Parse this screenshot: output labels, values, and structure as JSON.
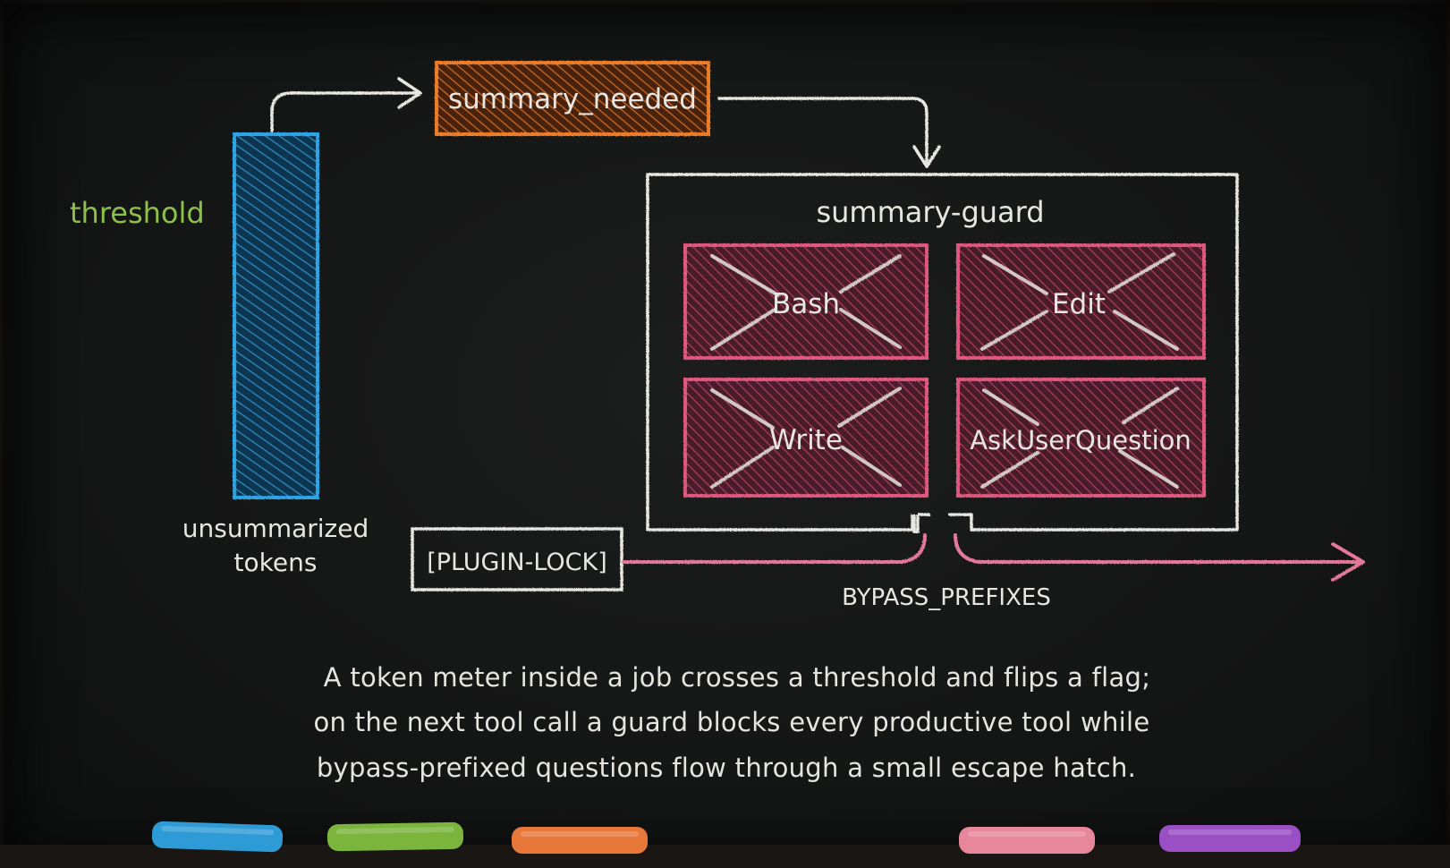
{
  "meter": {
    "threshold_label": "threshold",
    "meter_label_line1": "unsummarized",
    "meter_label_line2": "tokens"
  },
  "flag": {
    "label": "summary_needed"
  },
  "guard": {
    "title": "summary-guard",
    "blocked_tools": [
      "Bash",
      "Edit",
      "Write",
      "AskUserQuestion"
    ]
  },
  "bypass": {
    "lock_label": "[PLUGIN-LOCK]",
    "prefixes_label": "BYPASS_PREFIXES"
  },
  "caption": {
    "line1": "A token meter inside a job crosses a threshold and flips a flag;",
    "line2": "on the next tool call a guard blocks every productive tool while",
    "line3": "bypass-prefixed questions flow through a small escape hatch."
  },
  "colors": {
    "meter": "#2e9bd6",
    "threshold": "#8cc04a",
    "flag": "#e8782a",
    "blocked": "#d8577f",
    "chalk": "#e8e6e0",
    "chalk_sticks": [
      "#2e9bd6",
      "#7bb53c",
      "#e8783a",
      "#e7879c",
      "#9a4fc4"
    ]
  }
}
